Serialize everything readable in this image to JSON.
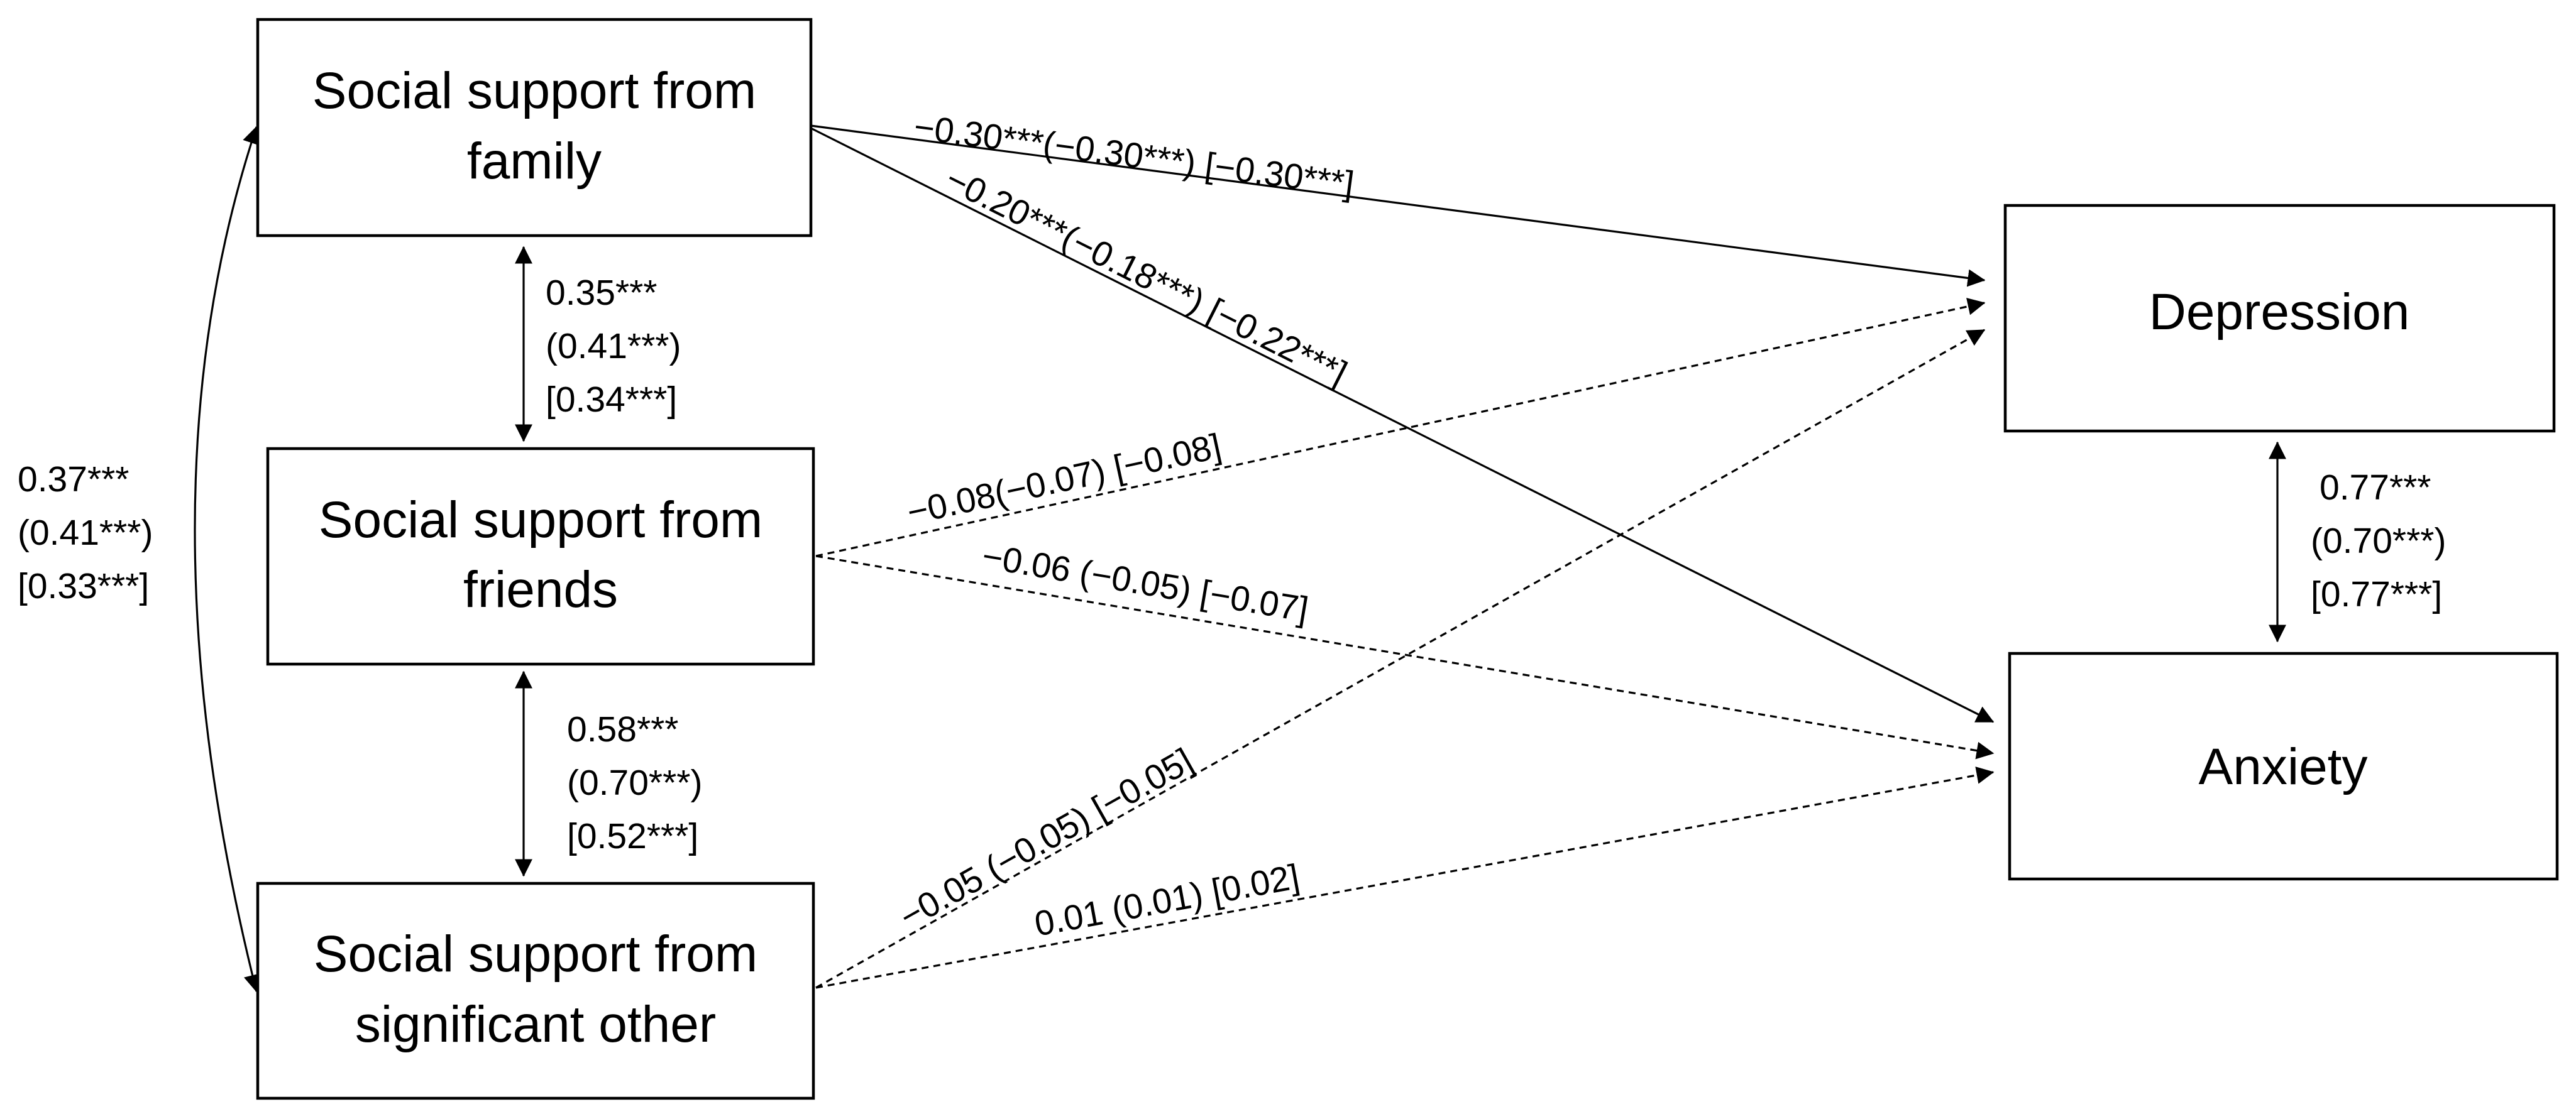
{
  "nodes": {
    "family": {
      "line1": "Social support from",
      "line2": "family"
    },
    "friends": {
      "line1": "Social support from",
      "line2": "friends"
    },
    "significant_other": {
      "line1": "Social support from",
      "line2": "significant other"
    },
    "depression": {
      "label": "Depression"
    },
    "anxiety": {
      "label": "Anxiety"
    }
  },
  "paths": {
    "family_depression": {
      "label": "−0.30***(−0.30***) [−0.30***]",
      "significant": true
    },
    "family_anxiety": {
      "label": "−0.20***(−0.18***) [−0.22***]",
      "significant": true
    },
    "friends_depression": {
      "label": "−0.08(−0.07) [−0.08]",
      "significant": false
    },
    "friends_anxiety": {
      "label": "−0.06 (−0.05) [−0.07]",
      "significant": false
    },
    "other_depression": {
      "label": "−0.05 (−0.05) [−0.05]",
      "significant": false
    },
    "other_anxiety": {
      "label": "0.01 (0.01) [0.02]",
      "significant": false
    }
  },
  "correlations": {
    "family_friends": {
      "line1": "0.35***",
      "line2": "(0.41***)",
      "line3": "[0.34***]"
    },
    "friends_other": {
      "line1": "0.58***",
      "line2": "(0.70***)",
      "line3": "[0.52***]"
    },
    "family_other": {
      "line1": "0.37***",
      "line2": "(0.41***)",
      "line3": "[0.33***]"
    },
    "depression_anxiety": {
      "line1": "0.77***",
      "line2": "(0.70***)",
      "line3": "[0.77***]"
    }
  }
}
